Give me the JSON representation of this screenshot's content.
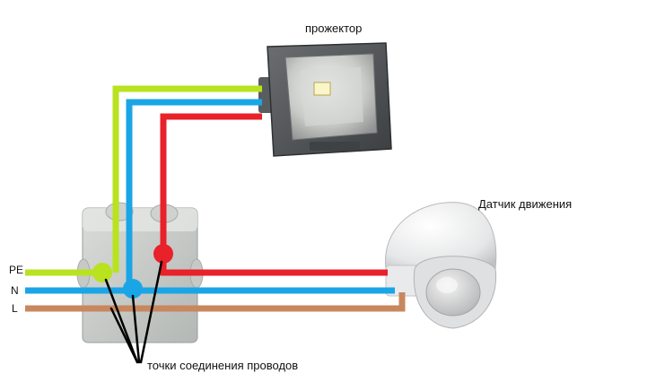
{
  "labels": {
    "floodlight": "прожектор",
    "motion_sensor": "Датчик движения",
    "wire_pe": "PE",
    "wire_n": "N",
    "wire_l": "L",
    "connection_points": "точки соединения проводов"
  },
  "colors": {
    "pe": "#b9e21f",
    "n": "#1aa6e6",
    "l": "#c8875f",
    "phase_to_lamp": "#e8212a",
    "arrows": "#000000"
  }
}
